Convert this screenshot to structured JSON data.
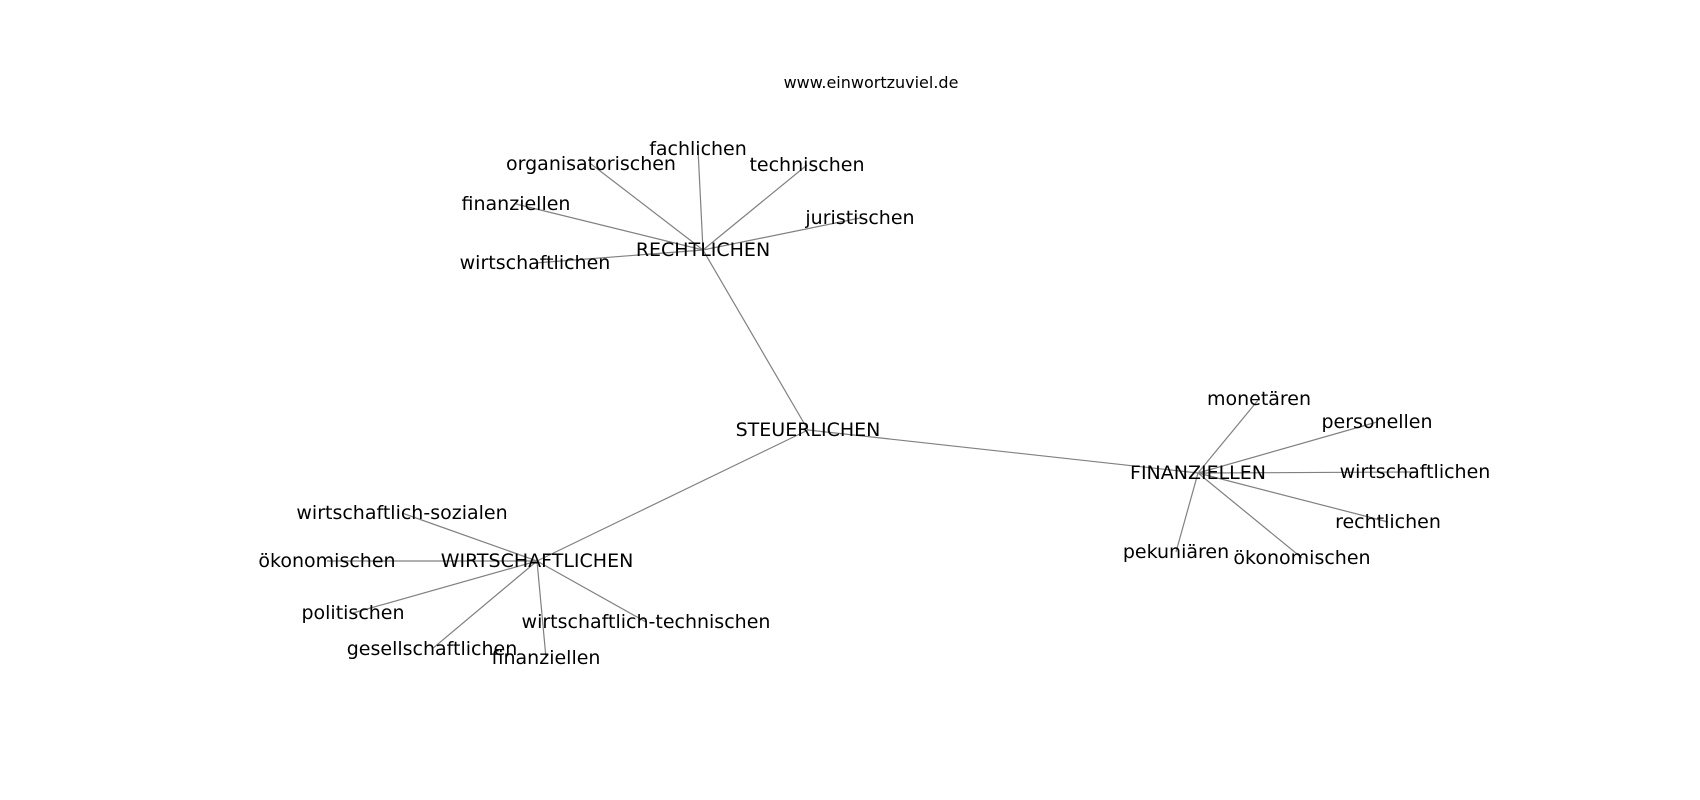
{
  "header": {
    "title": "www.einwortzuviel.de"
  },
  "graph": {
    "nodes": [
      {
        "id": "steuerlichen",
        "label": "STEUERLICHEN"
      },
      {
        "id": "rechtlichen_hub",
        "label": "RECHTLICHEN"
      },
      {
        "id": "wirtschaftlichen_hub",
        "label": "WIRTSCHAFTLICHEN"
      },
      {
        "id": "finanziellen_hub",
        "label": "FINANZIELLEN"
      },
      {
        "id": "r_fachlichen",
        "label": "fachlichen"
      },
      {
        "id": "r_organisatorischen",
        "label": "organisatorischen"
      },
      {
        "id": "r_technischen",
        "label": "technischen"
      },
      {
        "id": "r_finanziellen",
        "label": "finanziellen"
      },
      {
        "id": "r_juristischen",
        "label": "juristischen"
      },
      {
        "id": "r_wirtschaftlichen",
        "label": "wirtschaftlichen"
      },
      {
        "id": "w_sozialen",
        "label": "wirtschaftlich-sozialen"
      },
      {
        "id": "w_oekonomischen",
        "label": "ökonomischen"
      },
      {
        "id": "w_politischen",
        "label": "politischen"
      },
      {
        "id": "w_gesellschaftlichen",
        "label": "gesellschaftlichen"
      },
      {
        "id": "w_finanziellen",
        "label": "finanziellen"
      },
      {
        "id": "w_technischen",
        "label": "wirtschaftlich-technischen"
      },
      {
        "id": "f_monetaeren",
        "label": "monetären"
      },
      {
        "id": "f_personellen",
        "label": "personellen"
      },
      {
        "id": "f_wirtschaftlichen",
        "label": "wirtschaftlichen"
      },
      {
        "id": "f_rechtlichen",
        "label": "rechtlichen"
      },
      {
        "id": "f_pekuniaeren",
        "label": "pekuniären"
      },
      {
        "id": "f_oekonomischen",
        "label": "ökonomischen"
      }
    ],
    "edges": [
      [
        "steuerlichen",
        "rechtlichen_hub"
      ],
      [
        "steuerlichen",
        "wirtschaftlichen_hub"
      ],
      [
        "steuerlichen",
        "finanziellen_hub"
      ],
      [
        "rechtlichen_hub",
        "r_fachlichen"
      ],
      [
        "rechtlichen_hub",
        "r_organisatorischen"
      ],
      [
        "rechtlichen_hub",
        "r_technischen"
      ],
      [
        "rechtlichen_hub",
        "r_finanziellen"
      ],
      [
        "rechtlichen_hub",
        "r_juristischen"
      ],
      [
        "rechtlichen_hub",
        "r_wirtschaftlichen"
      ],
      [
        "wirtschaftlichen_hub",
        "w_sozialen"
      ],
      [
        "wirtschaftlichen_hub",
        "w_oekonomischen"
      ],
      [
        "wirtschaftlichen_hub",
        "w_politischen"
      ],
      [
        "wirtschaftlichen_hub",
        "w_gesellschaftlichen"
      ],
      [
        "wirtschaftlichen_hub",
        "w_finanziellen"
      ],
      [
        "wirtschaftlichen_hub",
        "w_technischen"
      ],
      [
        "finanziellen_hub",
        "f_monetaeren"
      ],
      [
        "finanziellen_hub",
        "f_personellen"
      ],
      [
        "finanziellen_hub",
        "f_wirtschaftlichen"
      ],
      [
        "finanziellen_hub",
        "f_rechtlichen"
      ],
      [
        "finanziellen_hub",
        "f_pekuniaeren"
      ],
      [
        "finanziellen_hub",
        "f_oekonomischen"
      ]
    ]
  }
}
